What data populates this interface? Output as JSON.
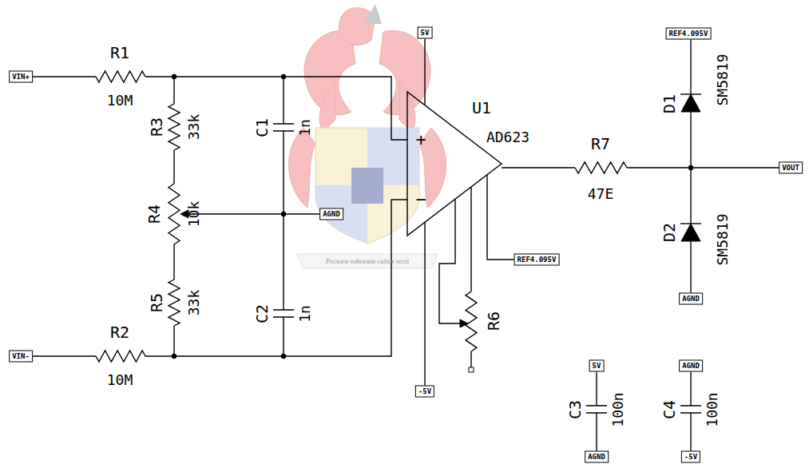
{
  "diagram": {
    "labels": [
      "VIN+",
      "R1",
      "10M",
      "R3",
      "33k",
      "C1",
      "1n",
      "5V",
      "U1",
      "AD623",
      "R7",
      "47E",
      "REF4.095V",
      "D1",
      "SM5819",
      "VOUT",
      "R4",
      "10k",
      "AGND",
      "D2",
      "SM5819",
      "AGND",
      "R5",
      "33k",
      "C2",
      "1n",
      "REF4.095V",
      "R6",
      "VIN-",
      "R2",
      "10M",
      "-5V",
      "5V",
      "AGND",
      "C3",
      "100n",
      "AGND",
      "-5V",
      "C4",
      "100n",
      "+",
      "−",
      "Pectora roborant cultus recti"
    ]
  }
}
